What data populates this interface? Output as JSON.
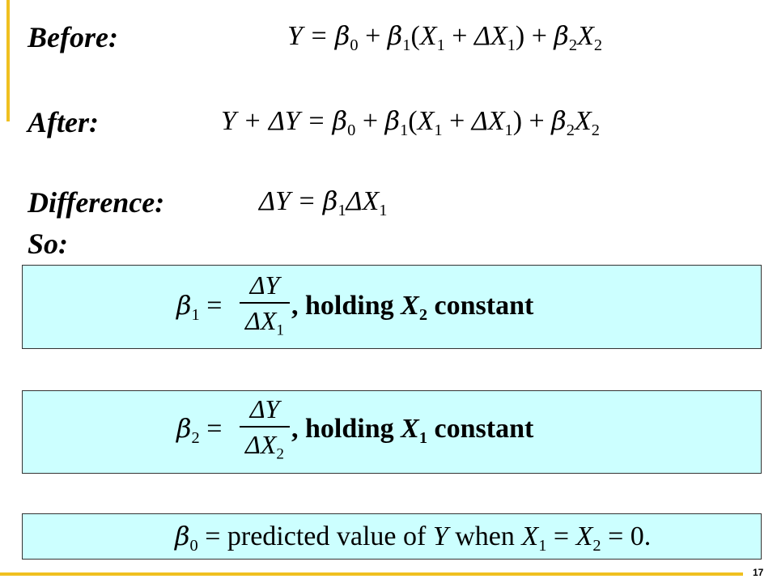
{
  "labels": {
    "before": "Before:",
    "after": "After:",
    "difference": "Difference:",
    "so": "So:"
  },
  "equations": {
    "before": {
      "lhs": "Y = ",
      "beta0": "β",
      "beta0_sub": "0",
      "plus1": " + ",
      "beta1": "β",
      "beta1_sub": "1",
      "paren_open": "(",
      "x1": "X",
      "x1_sub": "1",
      "plus2": " + ",
      "dx1": "ΔX",
      "dx1_sub": "1",
      "paren_close": ") + ",
      "beta2": "β",
      "beta2_sub": "2",
      "x2": "X",
      "x2_sub": "2"
    },
    "after": {
      "lhs": "Y + ΔY = ",
      "beta0": "β",
      "beta0_sub": "0",
      "plus1": " + ",
      "beta1": "β",
      "beta1_sub": "1",
      "paren_open": "(",
      "x1": "X",
      "x1_sub": "1",
      "plus2": " + ",
      "dx1": "ΔX",
      "dx1_sub": "1",
      "paren_close": ") + ",
      "beta2": "β",
      "beta2_sub": "2",
      "x2": "X",
      "x2_sub": "2"
    },
    "difference": {
      "lhs": "ΔY = ",
      "beta1": "β",
      "beta1_sub": "1",
      "dx1": "ΔX",
      "dx1_sub": "1"
    }
  },
  "box1": {
    "beta": "β",
    "beta_sub": "1",
    "equals": " =",
    "numerator": "ΔY",
    "denominator": "ΔX",
    "denominator_sub": "1",
    "comma": ",",
    "holding": "holding ",
    "held_var": "X",
    "held_sub": "2",
    "constant": " constant"
  },
  "box2": {
    "beta": "β",
    "beta_sub": "2",
    "equals": " =",
    "numerator": "ΔY",
    "denominator": "ΔX",
    "denominator_sub": "2",
    "comma": ",",
    "holding": "holding ",
    "held_var": "X",
    "held_sub": "1",
    "constant": " constant"
  },
  "box3": {
    "beta": "β",
    "beta_sub": "0",
    "text1": " = predicted value of ",
    "y": "Y",
    "text2": " when ",
    "x1": "X",
    "x1_sub": "1",
    "eq1": " = ",
    "x2": "X",
    "x2_sub": "2",
    "eq2": " = 0."
  },
  "footer": {
    "page_number": "17"
  },
  "colors": {
    "accent": "#f0c020",
    "box_fill": "#ccffff"
  }
}
